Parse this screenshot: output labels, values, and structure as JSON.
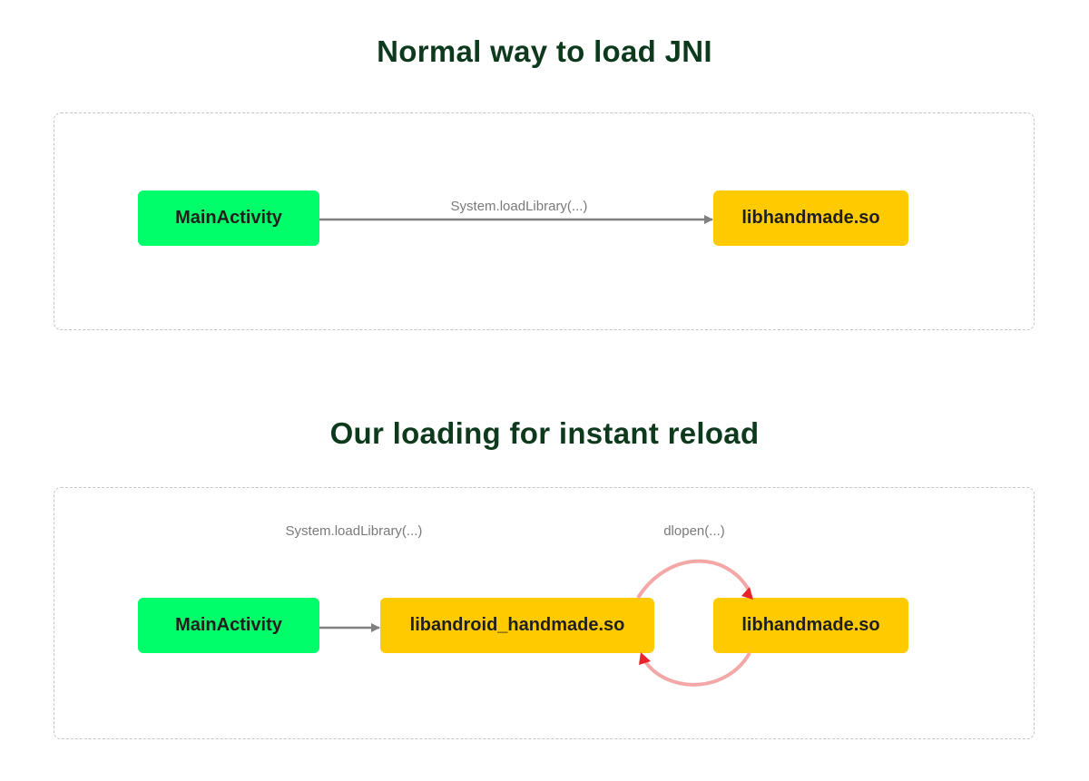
{
  "top": {
    "title": "Normal way to load JNI",
    "nodes": {
      "main_activity": "MainActivity",
      "libhandmade": "libhandmade.so"
    },
    "edge_label": "System.loadLibrary(...)"
  },
  "bottom": {
    "title": "Our loading for instant reload",
    "nodes": {
      "main_activity": "MainActivity",
      "libandroid_handmade": "libandroid_handmade.so",
      "libhandmade": "libhandmade.so"
    },
    "edge_label_load": "System.loadLibrary(...)",
    "edge_label_dlopen": "dlopen(...)"
  },
  "colors": {
    "title": "#0d3a1c",
    "activity_node": "#00fe6a",
    "library_node": "#ffcb00",
    "arrow": "#7f7f7f",
    "reload_loop": "#f4a7a7",
    "reload_arrowhead": "#e8242b"
  }
}
